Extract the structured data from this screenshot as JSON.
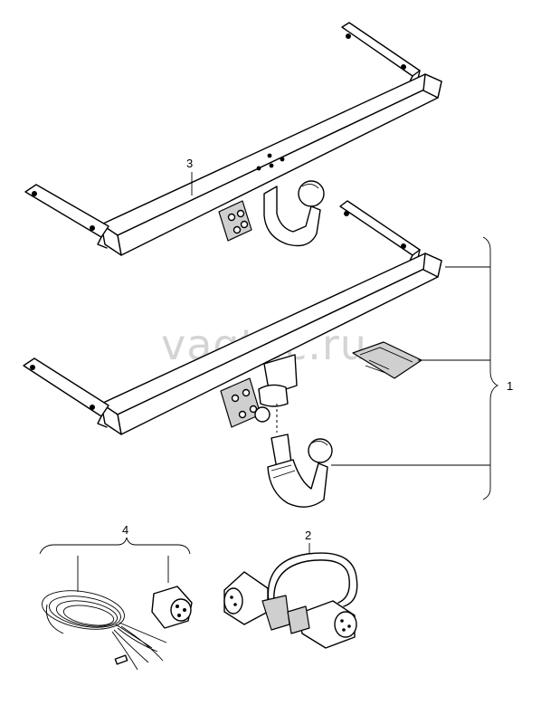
{
  "watermark": "vagtec.ru",
  "callouts": {
    "c1": "1",
    "c2": "2",
    "c3": "3",
    "c4": "4"
  }
}
